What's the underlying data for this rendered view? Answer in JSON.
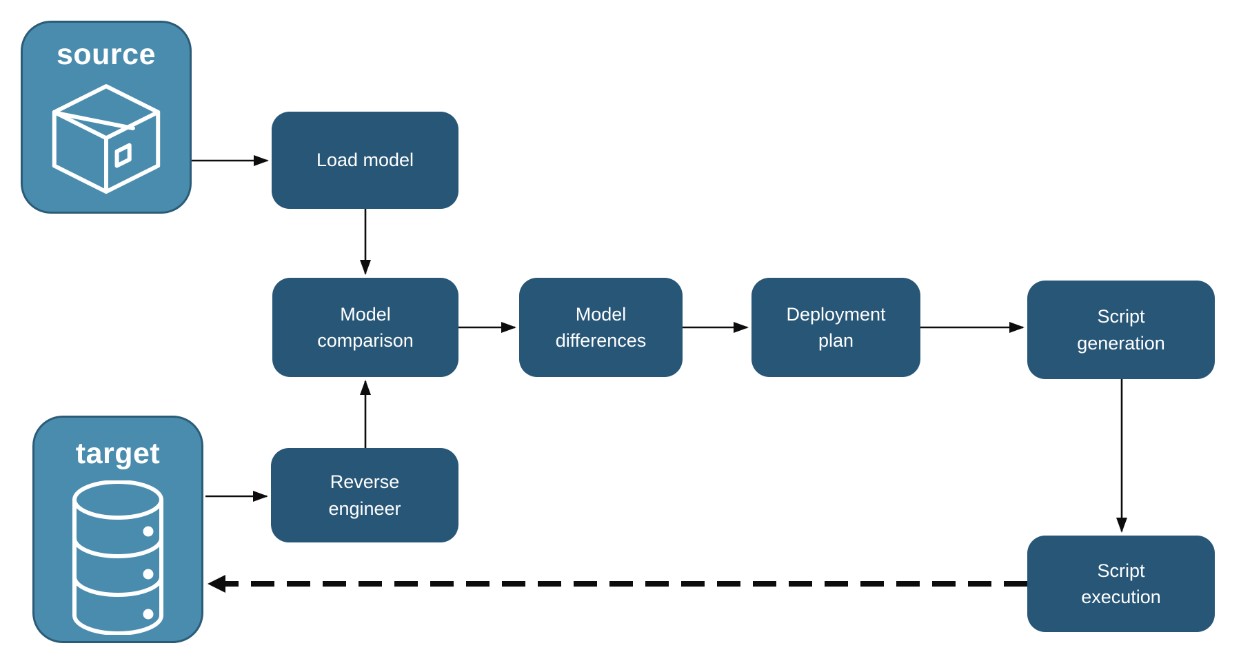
{
  "nodes": {
    "source": {
      "label": "source",
      "type": "endpoint",
      "icon": "package-icon"
    },
    "target": {
      "label": "target",
      "type": "endpoint",
      "icon": "database-icon"
    },
    "load_model": {
      "label": "Load model",
      "type": "process"
    },
    "model_comparison": {
      "label": "Model comparison",
      "type": "process"
    },
    "model_differences": {
      "label": "Model differences",
      "type": "process"
    },
    "deployment_plan": {
      "label": "Deployment plan",
      "type": "process"
    },
    "script_generation": {
      "label": "Script generation",
      "type": "process"
    },
    "reverse_engineer": {
      "label": "Reverse engineer",
      "type": "process"
    },
    "script_execution": {
      "label": "Script execution",
      "type": "process"
    }
  },
  "edges": [
    {
      "from": "source",
      "to": "load_model",
      "style": "solid"
    },
    {
      "from": "load_model",
      "to": "model_comparison",
      "style": "solid"
    },
    {
      "from": "target",
      "to": "reverse_engineer",
      "style": "solid"
    },
    {
      "from": "reverse_engineer",
      "to": "model_comparison",
      "style": "solid"
    },
    {
      "from": "model_comparison",
      "to": "model_differences",
      "style": "solid"
    },
    {
      "from": "model_differences",
      "to": "deployment_plan",
      "style": "solid"
    },
    {
      "from": "deployment_plan",
      "to": "script_generation",
      "style": "solid"
    },
    {
      "from": "script_generation",
      "to": "script_execution",
      "style": "solid"
    },
    {
      "from": "script_execution",
      "to": "target",
      "style": "dashed"
    }
  ],
  "colors": {
    "endpoint_fill": "#4A8CAD",
    "endpoint_border": "#2B5C77",
    "node_fill": "#275677",
    "arrow_color": "#0d0d0d",
    "label_color": "#ffffff",
    "bg": "#ffffff"
  }
}
